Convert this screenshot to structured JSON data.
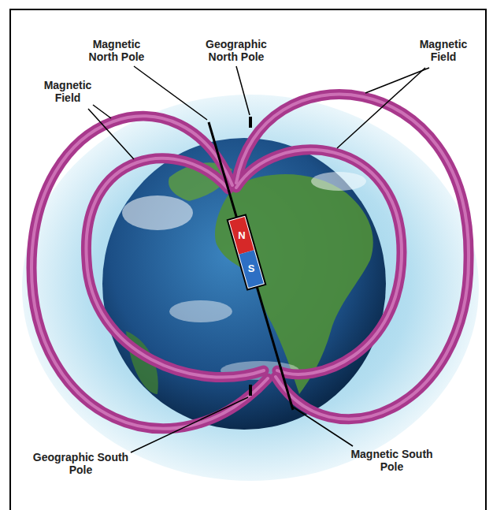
{
  "diagram": {
    "labels": [
      "Magnetic North Pole",
      "Geographic North Pole",
      "Magnetic Field",
      "Magnetic Field",
      "N",
      "S",
      "Geographic South Pole",
      "Magnetic South Pole"
    ]
  }
}
